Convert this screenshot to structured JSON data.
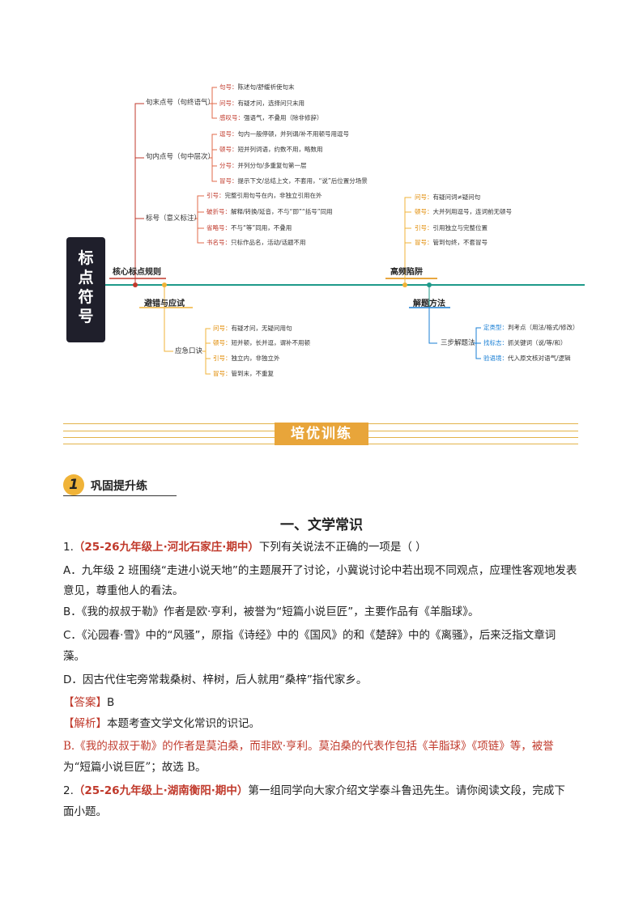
{
  "mindmap": {
    "title_chars": [
      "标",
      "点",
      "符",
      "号"
    ],
    "left": {
      "label": "核心标点规则",
      "groups": [
        {
          "name": "句末点号（句终语气）",
          "items": [
            {
              "k": "句号：",
              "v": "陈述句/舒缓祈使句末"
            },
            {
              "k": "问号：",
              "v": "有疑才问，选择问只末用"
            },
            {
              "k": "感叹号：",
              "v": "强语气，不叠用（除非修辞）"
            }
          ]
        },
        {
          "name": "句内点号（句中层次）",
          "items": [
            {
              "k": "逗号：",
              "v": "句内一般停顿，并列谓/补不用顿号用逗号"
            },
            {
              "k": "顿号：",
              "v": "短并列词语，约数不用，略数用"
            },
            {
              "k": "分号：",
              "v": "并列分句/多重复句第一层"
            },
            {
              "k": "冒号：",
              "v": "提示下文/总结上文，不套用，“说”后位置分场景"
            }
          ]
        },
        {
          "name": "标号（意义标注）",
          "items": [
            {
              "k": "引号：",
              "v": "完整引用句号在内，非独立引用在外"
            },
            {
              "k": "破折号：",
              "v": "解释/转换/延音，不与“即”“括号”同用"
            },
            {
              "k": "省略号：",
              "v": "不与“等”同用，不叠用"
            },
            {
              "k": "书名号：",
              "v": "只标作品名，活动/话题不用"
            }
          ]
        }
      ]
    },
    "left_bottom": {
      "label": "避错与应试",
      "group": "应急口诀",
      "items": [
        {
          "k": "问号：",
          "v": "有疑才问，无疑问用句"
        },
        {
          "k": "顿号：",
          "v": "短并顿，长并逗，谓补不用顿"
        },
        {
          "k": "引号：",
          "v": "独立内，非独立外"
        },
        {
          "k": "冒号：",
          "v": "管到末，不重复"
        }
      ]
    },
    "right": {
      "label": "高频陷阱",
      "items": [
        {
          "k": "问号：",
          "v": "有疑问词≠疑问句"
        },
        {
          "k": "顿号：",
          "v": "大并列用逗号，连词前无顿号"
        },
        {
          "k": "引号：",
          "v": "引用独立与完整位置"
        },
        {
          "k": "冒号：",
          "v": "管到句终，不套冒号"
        }
      ]
    },
    "right_bottom": {
      "label": "解题方法",
      "group": "三步解题法",
      "items": [
        {
          "k": "定类型：",
          "v": "判考点（用法/格式/修改）"
        },
        {
          "k": "找标志：",
          "v": "抓关键词（说/等/和）"
        },
        {
          "k": "验语境：",
          "v": "代入原文核对语气/逻辑"
        }
      ]
    }
  },
  "banner": "培优训练",
  "section": {
    "num": "1",
    "title": "巩固提升练"
  },
  "heading": "一、文学常识",
  "q1": {
    "num": "1.",
    "source": "（25-26九年级上·河北石家庄·期中）",
    "stem": "下列有关说法不正确的一项是（        ）",
    "A1": "A．九年级 2 班围绕“走进小说天地”的主题展开了讨论，小冀说讨论中若出现不同观点，应理性客观地发表",
    "A2": "意见，尊重他人的看法。",
    "B": "B．《我的叔叔于勒》作者是欧·亨利，被誉为“短篇小说巨匠”，主要作品有《羊脂球》。",
    "C1": "C．《沁园春·雪》中的“风骚”，原指《诗经》中的《国风》的和《楚辞》中的《离骚》，后来泛指文章词",
    "C2": "藻。",
    "D": "D．因古代住宅旁常栽桑树、梓树，后人就用“桑梓”指代家乡。",
    "answer_tag": "【答案】",
    "answer": "B",
    "analysis_tag": "【解析】",
    "analysis": "本题考查文学文化常识的识记。",
    "exp1a": "B.《我的叔叔于勒》的作者是莫泊桑，而非欧",
    "exp1b": "·亨利。莫泊桑的代表作包括《羊脂球》《项链》等，被誉",
    "exp2": "为“短篇小说巨匠”；故选 B。"
  },
  "q2": {
    "num": "2.",
    "source": "（25-26九年级上·湖南衡阳·期中）",
    "stem1": "第一组同学向大家介绍文学泰斗鲁迅先生。请你阅读文段，完成下",
    "stem2": "面小题。"
  }
}
